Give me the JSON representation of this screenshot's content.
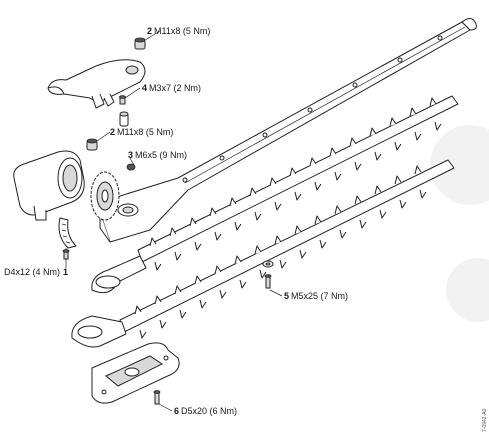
{
  "diagram": {
    "callouts": [
      {
        "number": "2",
        "spec": "M11x8 (5 Nm)"
      },
      {
        "number": "4",
        "spec": "M3x7 (2 Nm)"
      },
      {
        "number": "2",
        "spec": "M11x8 (5 Nm)"
      },
      {
        "number": "3",
        "spec": "M6x5 (9 Nm)"
      },
      {
        "number": "1",
        "spec": "D4x12 (4 Nm)"
      },
      {
        "number": "5",
        "spec": "M5x25 (7 Nm)"
      },
      {
        "number": "6",
        "spec": "D5x20 (6 Nm)"
      }
    ],
    "figure_code": "7-0942-A0"
  },
  "colors": {
    "line": "#222222",
    "shade": "#d9d9d9",
    "watermark": "#f2f2f2"
  }
}
